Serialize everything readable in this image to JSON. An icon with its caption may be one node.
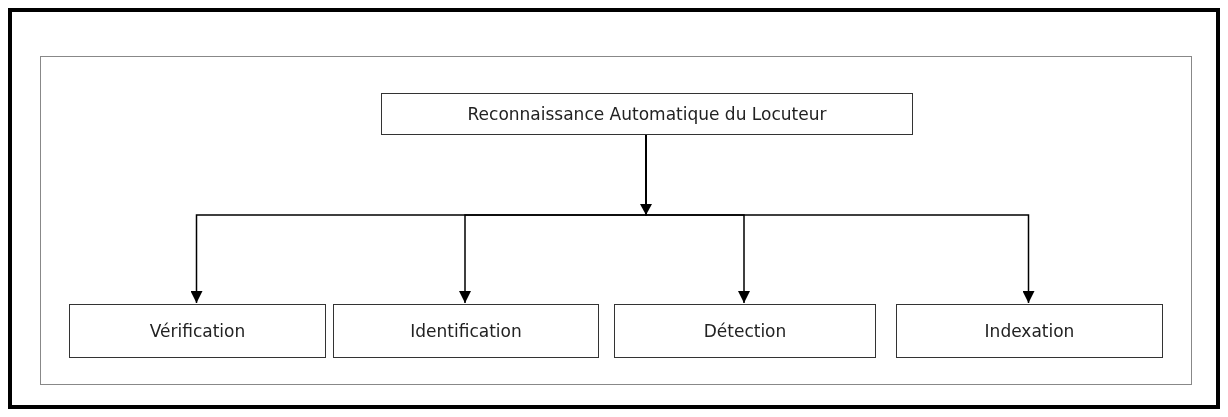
{
  "diagram": {
    "nodes": [
      {
        "text": [],
        "shape": "box"
      },
      {
        "text": [
          "Reconnaissance Automatique du Locuteur"
        ],
        "in": 0
      },
      {
        "text": [
          "Vérification"
        ],
        "in": 0
      },
      {
        "text": [
          "Identification"
        ],
        "in": 0
      },
      {
        "text": [
          "Détection"
        ],
        "in": 0
      },
      {
        "text": [
          "Indexation"
        ],
        "in": 0
      }
    ],
    "edges": [
      {
        "from": 1,
        "to": 2,
        "arrow": "to"
      },
      {
        "from": 1,
        "to": 3,
        "arrow": "to"
      },
      {
        "from": 1,
        "to": 4,
        "arrow": "to"
      },
      {
        "from": 1,
        "to": 5,
        "arrow": "to"
      }
    ]
  }
}
